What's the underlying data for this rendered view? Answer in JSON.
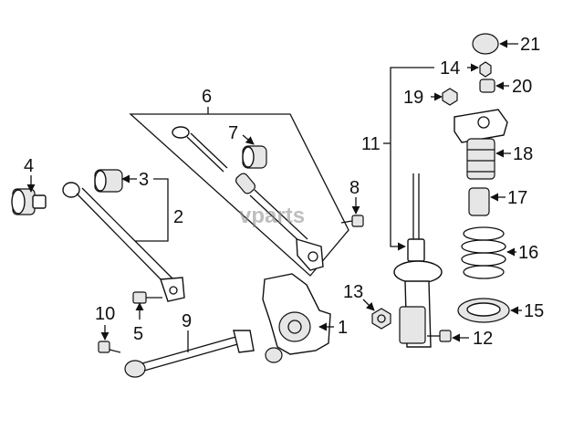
{
  "watermark": "vparts",
  "callouts": {
    "c1": "1",
    "c2": "2",
    "c3": "3",
    "c4": "4",
    "c5": "5",
    "c6": "6",
    "c7": "7",
    "c8": "8",
    "c9": "9",
    "c10": "10",
    "c11": "11",
    "c12": "12",
    "c13": "13",
    "c14": "14",
    "c15": "15",
    "c16": "16",
    "c17": "17",
    "c18": "18",
    "c19": "19",
    "c20": "20",
    "c21": "21"
  }
}
